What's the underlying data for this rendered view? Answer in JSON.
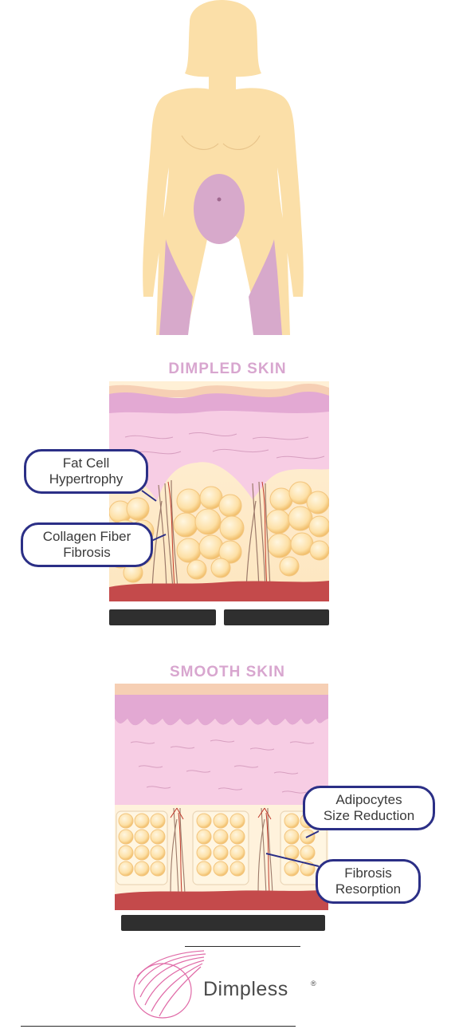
{
  "figure_body": {
    "colors": {
      "skin": "#fbdfa8",
      "treatment_zone": "#d7a9cb",
      "navel": "#a0698f"
    }
  },
  "dimpled_section": {
    "title": "DIMPLED SKIN",
    "callouts": [
      {
        "line1": "Fat Cell",
        "line2": "Hypertrophy"
      },
      {
        "line1": "Collagen Fiber",
        "line2": "Fibrosis"
      }
    ]
  },
  "smooth_section": {
    "title": "SMOOTH SKIN",
    "callouts": [
      {
        "line1": "Adipocytes",
        "line2": "Size Reduction"
      },
      {
        "line1": "Fibrosis",
        "line2": "Resorption"
      }
    ]
  },
  "logo": {
    "name": "Dimpless",
    "mark": "®"
  },
  "colors": {
    "callout_border": "#2b2f86",
    "epidermis": "#dfa0cf",
    "dermis": "#f7cde4",
    "fat_cell": "#fde0a6",
    "muscle": "#c44a4b"
  }
}
